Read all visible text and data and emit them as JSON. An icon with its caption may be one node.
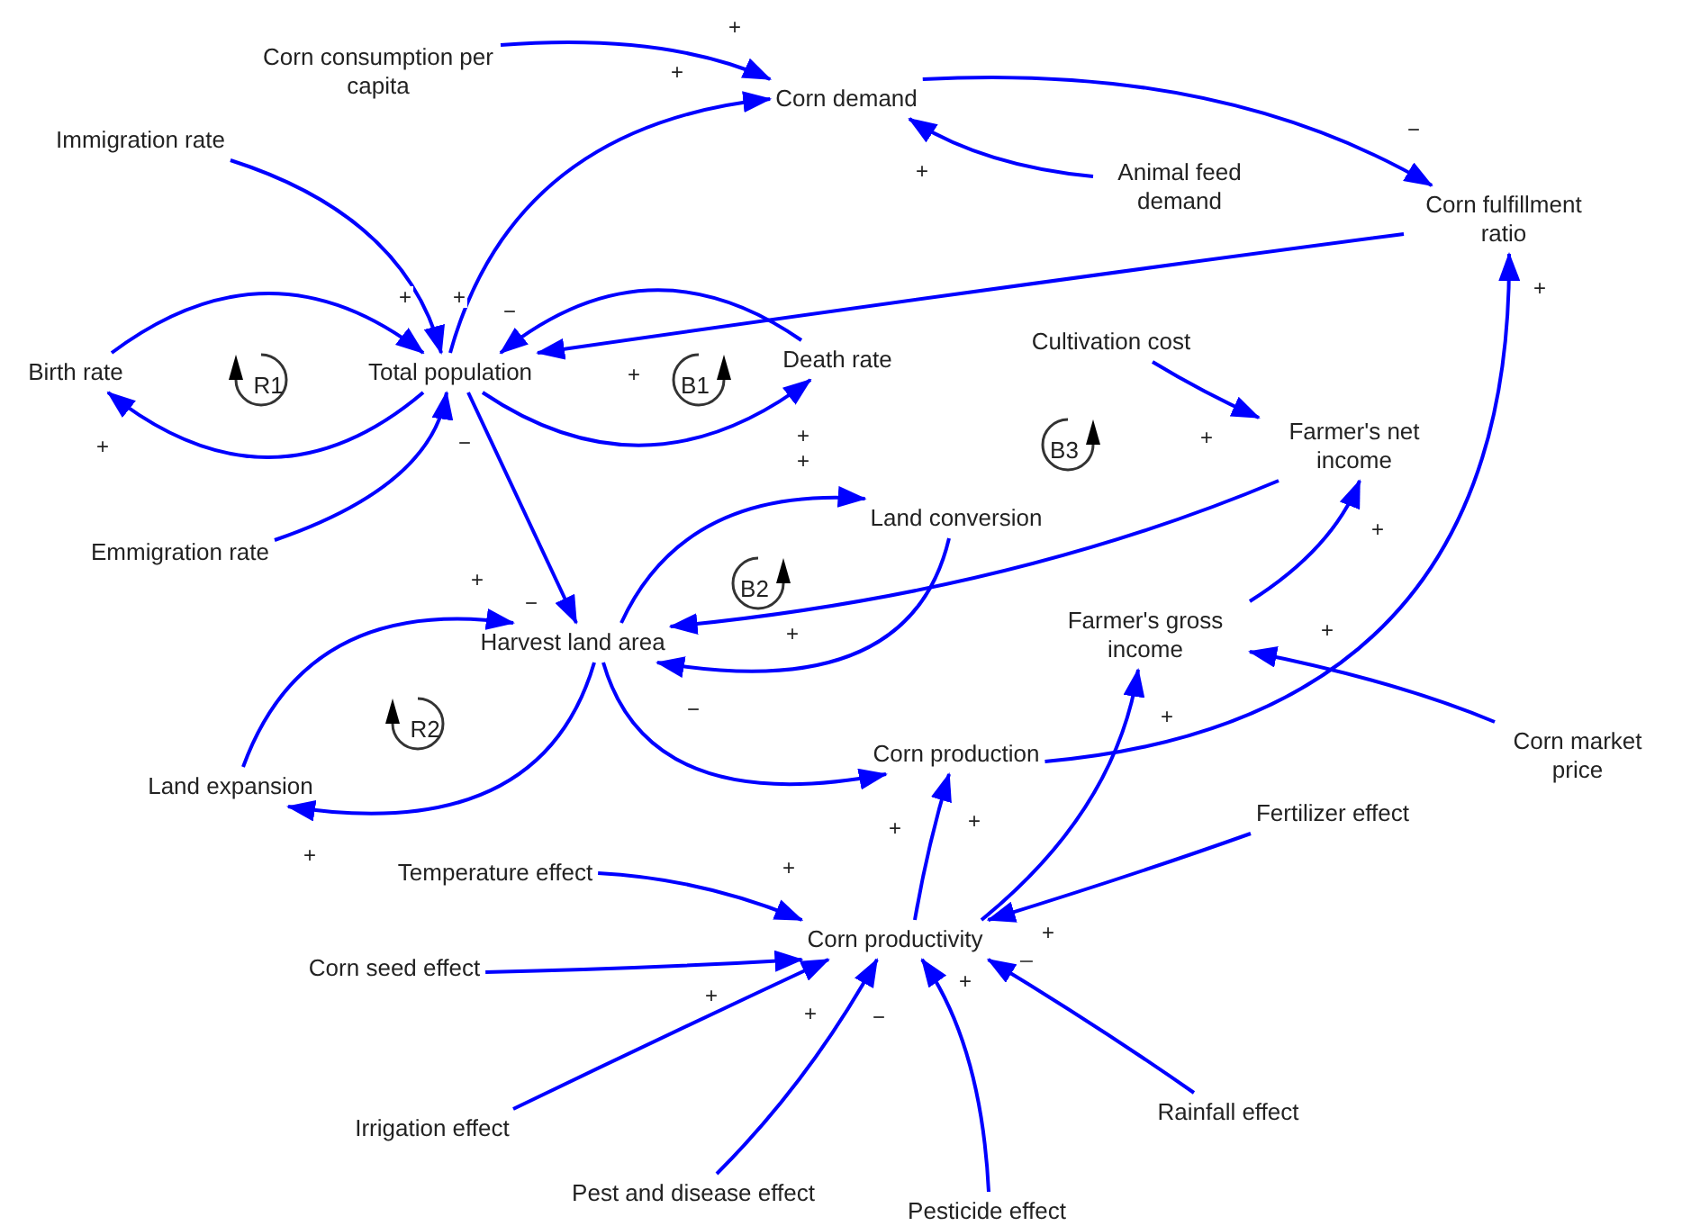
{
  "diagram": {
    "nodes": [
      {
        "text": [
          "Corn consumption per capita"
        ]
      },
      {
        "text": [
          "Corn demand"
        ]
      },
      {
        "text": [
          "Immigration rate"
        ]
      },
      {
        "text": [
          "Animal feed demand"
        ]
      },
      {
        "text": [
          "Corn fulfillment ratio"
        ]
      },
      {
        "text": [
          "Birth rate"
        ]
      },
      {
        "text": [
          "Total population"
        ]
      },
      {
        "text": [
          "Death rate"
        ]
      },
      {
        "text": [
          "Cultivation cost"
        ]
      },
      {
        "text": [
          "Farmer's net income"
        ]
      },
      {
        "text": [
          "Land conversion"
        ]
      },
      {
        "text": [
          "Emmigration rate"
        ]
      },
      {
        "text": [
          "Harvest land area"
        ]
      },
      {
        "text": [
          "Farmer's gross income"
        ]
      },
      {
        "text": [
          "Corn market price"
        ]
      },
      {
        "text": [
          "Land expansion"
        ]
      },
      {
        "text": [
          "Corn production"
        ]
      },
      {
        "text": [
          "Temperature effect"
        ]
      },
      {
        "text": [
          "Fertilizer effect"
        ]
      },
      {
        "text": [
          "Corn seed effect"
        ]
      },
      {
        "text": [
          "Corn productivity"
        ]
      },
      {
        "text": [
          "Irrigation effect"
        ]
      },
      {
        "text": [
          "Rainfall effect"
        ]
      },
      {
        "text": [
          "Pest and disease effect"
        ]
      },
      {
        "text": [
          "Pesticide effect"
        ]
      }
    ],
    "edges": [
      {
        "from": 0,
        "to": 1,
        "arrow": "to",
        "label": "+"
      },
      {
        "from": 6,
        "to": 1,
        "arrow": "to",
        "label": "+"
      },
      {
        "from": 3,
        "to": 1,
        "arrow": "to",
        "label": "+"
      },
      {
        "from": 1,
        "to": 4,
        "arrow": "to",
        "label": "−"
      },
      {
        "from": 4,
        "to": 6,
        "arrow": "to",
        "label": "+"
      },
      {
        "from": 5,
        "to": 6,
        "arrow": "to",
        "label": "+"
      },
      {
        "from": 6,
        "to": 5,
        "arrow": "to",
        "label": "+"
      },
      {
        "from": 2,
        "to": 6,
        "arrow": "to",
        "label": "+"
      },
      {
        "from": 7,
        "to": 6,
        "arrow": "to",
        "label": "−"
      },
      {
        "from": 6,
        "to": 7,
        "arrow": "to",
        "label": "+"
      },
      {
        "from": 11,
        "to": 6,
        "arrow": "to",
        "label": "−"
      },
      {
        "from": 6,
        "to": 12,
        "arrow": "to",
        "label": "−"
      },
      {
        "from": 15,
        "to": 12,
        "arrow": "to",
        "label": "+"
      },
      {
        "from": 12,
        "to": 15,
        "arrow": "to",
        "label": "+"
      },
      {
        "from": 12,
        "to": 10,
        "arrow": "to",
        "label": "+"
      },
      {
        "from": 10,
        "to": 12,
        "arrow": "to",
        "label": "−"
      },
      {
        "from": 9,
        "to": 12,
        "arrow": "to",
        "label": "+"
      },
      {
        "from": 12,
        "to": 16,
        "arrow": "to",
        "label": "+"
      },
      {
        "from": 20,
        "to": 16,
        "arrow": "to",
        "label": "+"
      },
      {
        "from": 8,
        "to": 9,
        "arrow": "to",
        "label": "+"
      },
      {
        "from": 13,
        "to": 9,
        "arrow": "to",
        "label": "+"
      },
      {
        "from": 14,
        "to": 13,
        "arrow": "to",
        "label": "+"
      },
      {
        "from": 20,
        "to": 13,
        "arrow": "to",
        "label": "+"
      },
      {
        "from": 16,
        "to": 4,
        "arrow": "to",
        "label": "+"
      },
      {
        "from": 17,
        "to": 20,
        "arrow": "to",
        "label": "+"
      },
      {
        "from": 19,
        "to": 20,
        "arrow": "to",
        "label": "+"
      },
      {
        "from": 21,
        "to": 20,
        "arrow": "to",
        "label": "+"
      },
      {
        "from": 23,
        "to": 20,
        "arrow": "to",
        "label": "−"
      },
      {
        "from": 24,
        "to": 20,
        "arrow": "to",
        "label": "+"
      },
      {
        "from": 22,
        "to": 20,
        "arrow": "to",
        "label": "_"
      },
      {
        "from": 18,
        "to": 20,
        "arrow": "to",
        "label": "+"
      }
    ],
    "labels": [
      "R1",
      "B1",
      "B3",
      "B2",
      "R2"
    ]
  }
}
